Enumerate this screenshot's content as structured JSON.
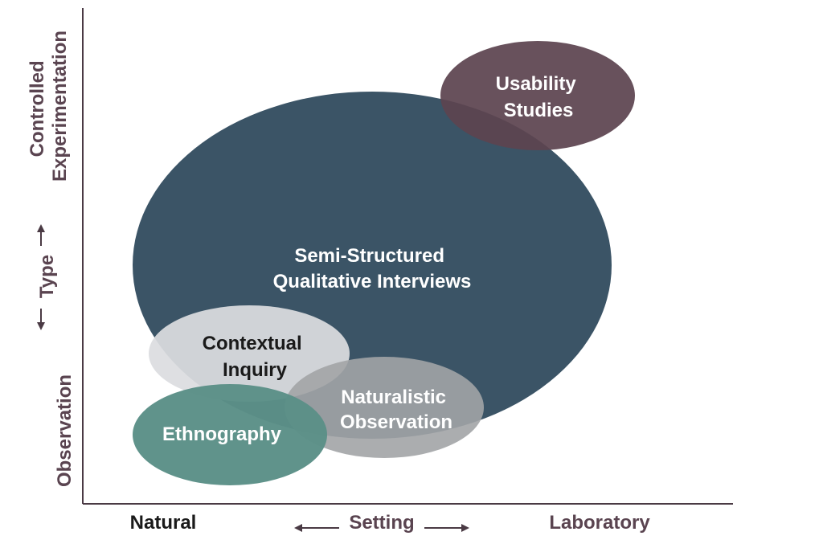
{
  "colors": {
    "axis": "#4a3a44",
    "axis_text": "#5a4450",
    "semi_structured": "#3b5466",
    "usability": "#5c4450",
    "contextual": "#dcdde0",
    "naturalistic": "#9d9fa1",
    "ethnography": "#5b9087",
    "light_text": "#ffffff",
    "dark_text": "#1a1a1a"
  },
  "y_axis": {
    "top_label_line1": "Controlled",
    "top_label_line2": "Experimentation",
    "middle_label": "Type",
    "bottom_label": "Observation"
  },
  "x_axis": {
    "left_label": "Natural",
    "middle_label": "Setting",
    "right_label": "Laboratory"
  },
  "methods": [
    {
      "id": "semi",
      "line1": "Semi-Structured",
      "line2": "Qualitative Interviews"
    },
    {
      "id": "usability",
      "line1": "Usability",
      "line2": "Studies"
    },
    {
      "id": "contextual",
      "line1": "Contextual",
      "line2": "Inquiry"
    },
    {
      "id": "naturalistic",
      "line1": "Naturalistic",
      "line2": "Observation"
    },
    {
      "id": "ethnography",
      "line1": "Ethnography"
    }
  ]
}
